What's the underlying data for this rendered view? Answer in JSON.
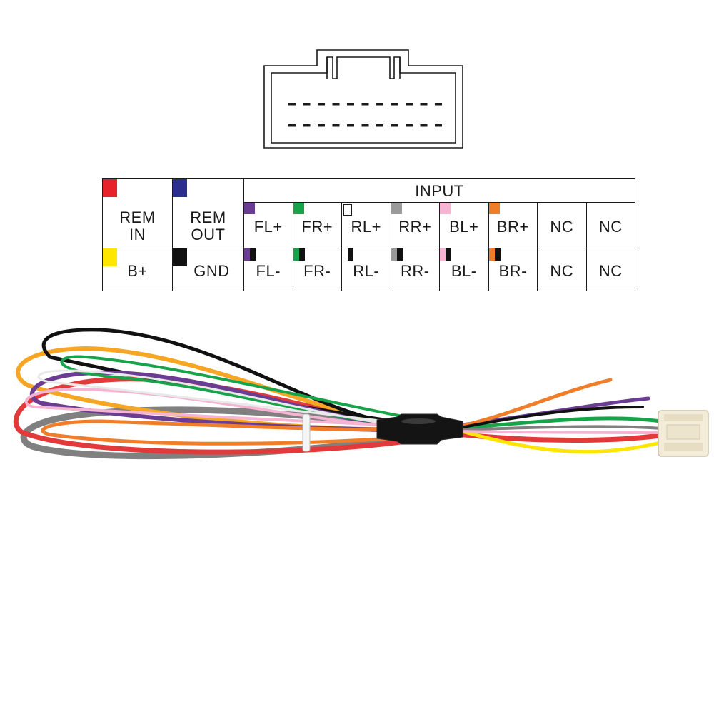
{
  "pinout": {
    "header": "INPUT",
    "rem_in": {
      "lines": [
        "REM",
        "IN"
      ],
      "color": "#e8222a"
    },
    "rem_out": {
      "lines": [
        "REM",
        "OUT"
      ],
      "color": "#2b2e8c"
    },
    "bplus": {
      "label": "B+",
      "color": "#ffe600"
    },
    "gnd": {
      "label": "GND",
      "color": "#111111"
    },
    "top_row": [
      {
        "label": "FL+",
        "color": "#6a3d92"
      },
      {
        "label": "FR+",
        "color": "#17a34a"
      },
      {
        "label": "RL+",
        "color": "#ffffff",
        "outline": true
      },
      {
        "label": "RR+",
        "color": "#9a9a9a"
      },
      {
        "label": "BL+",
        "color": "#f5b4d2"
      },
      {
        "label": "BR+",
        "color": "#ef7d2a"
      },
      {
        "label": "NC",
        "color": ""
      },
      {
        "label": "NC",
        "color": ""
      }
    ],
    "bottom_row": [
      {
        "label": "FL-",
        "color": "#6a3d92"
      },
      {
        "label": "FR-",
        "color": "#17a34a"
      },
      {
        "label": "RL-",
        "color": "#ffffff"
      },
      {
        "label": "RR-",
        "color": "#9a9a9a"
      },
      {
        "label": "BL-",
        "color": "#f5b4d2"
      },
      {
        "label": "BR-",
        "color": "#ef7d2a"
      },
      {
        "label": "NC",
        "color": ""
      },
      {
        "label": "NC",
        "color": ""
      }
    ]
  }
}
